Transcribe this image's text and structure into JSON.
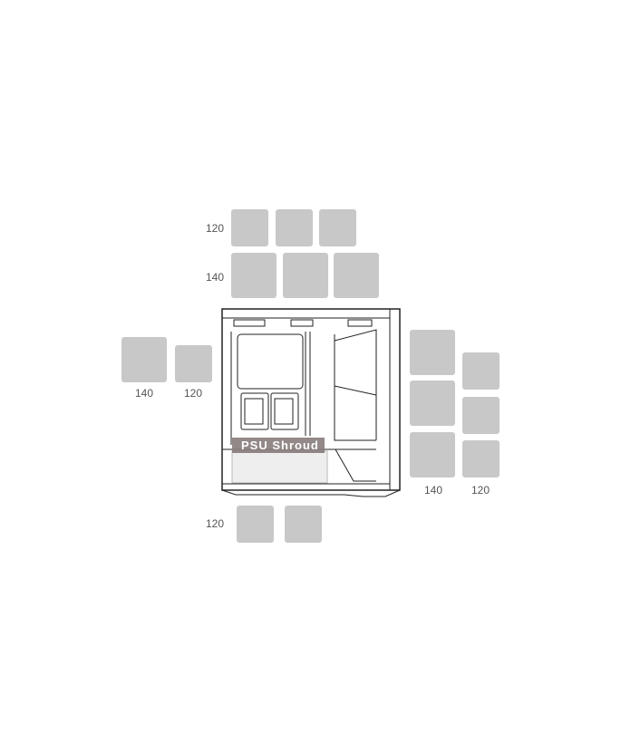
{
  "labels": {
    "top_120": "120",
    "top_140": "140",
    "front_140": "140",
    "front_120": "120",
    "side_140": "140",
    "side_120": "120",
    "bottom_120": "120"
  },
  "case_label": "PSU Shroud",
  "colors": {
    "fan_slot": "#c8c8c8",
    "shroud": "#8a7f7f"
  }
}
